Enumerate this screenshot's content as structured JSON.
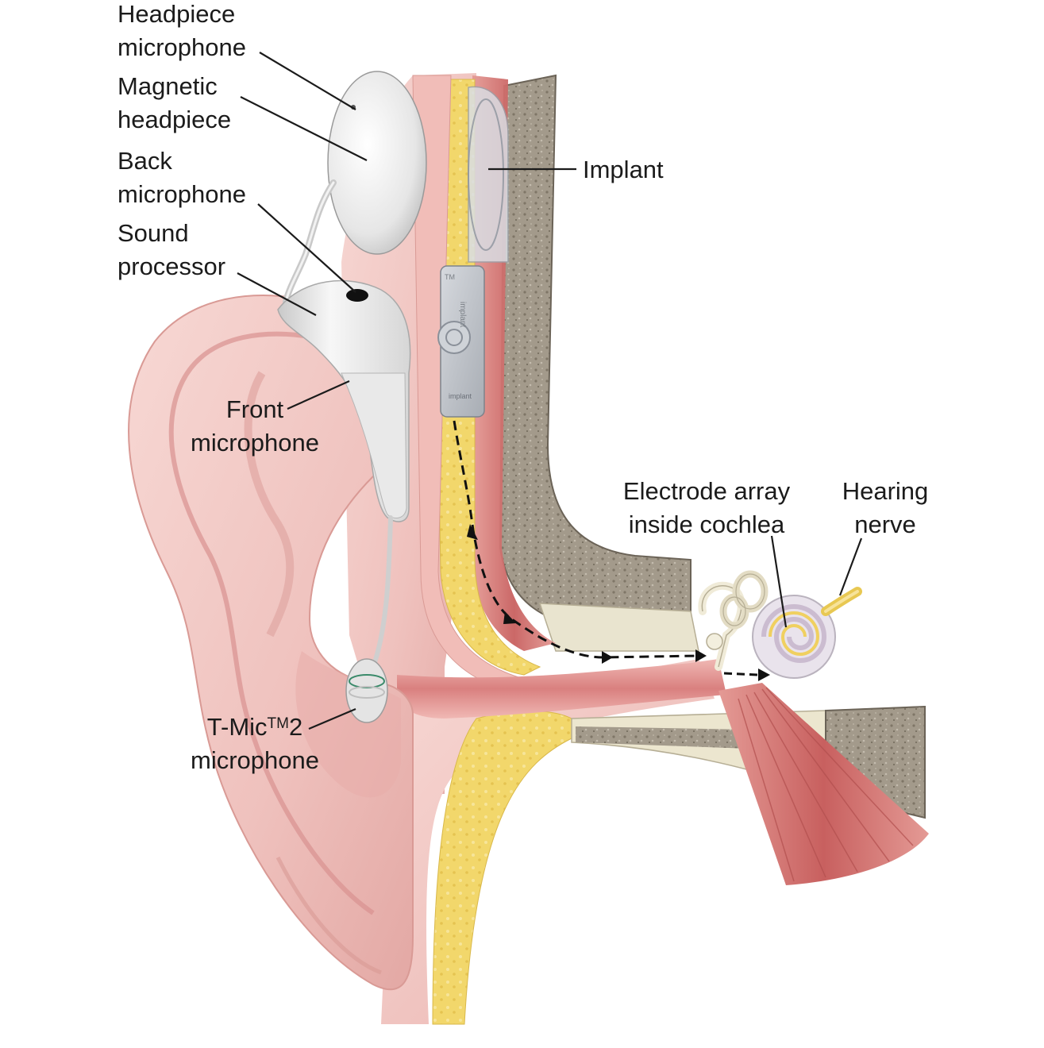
{
  "labels": {
    "headpiece_microphone": [
      "Headpiece",
      "microphone"
    ],
    "magnetic_headpiece": [
      "Magnetic",
      "headpiece"
    ],
    "back_microphone": [
      "Back",
      "microphone"
    ],
    "sound_processor": [
      "Sound",
      "processor"
    ],
    "implant": "Implant",
    "front_microphone": [
      "Front",
      "microphone"
    ],
    "electrode_array": [
      "Electrode array",
      "inside cochlea"
    ],
    "hearing_nerve": [
      "Hearing",
      "nerve"
    ],
    "tmic": {
      "prefix": "T-Mic",
      "superscript": "TM",
      "suffix": "2",
      "line2": "microphone"
    }
  },
  "implant_text": {
    "tm_mark": "TM",
    "brand_vertical": "implant",
    "small_label": "implant"
  },
  "colors": {
    "skin": "#f2c4c0",
    "skin_dark": "#d9908f",
    "fat_yellow": "#f3dc72",
    "bone": "#9c9283",
    "muscle": "#cf6e6c",
    "device_white": "#eeeeee",
    "implant_grey": "#b8bcc2",
    "leader_line": "#1b1b1b",
    "path_arrow": "#111111"
  }
}
